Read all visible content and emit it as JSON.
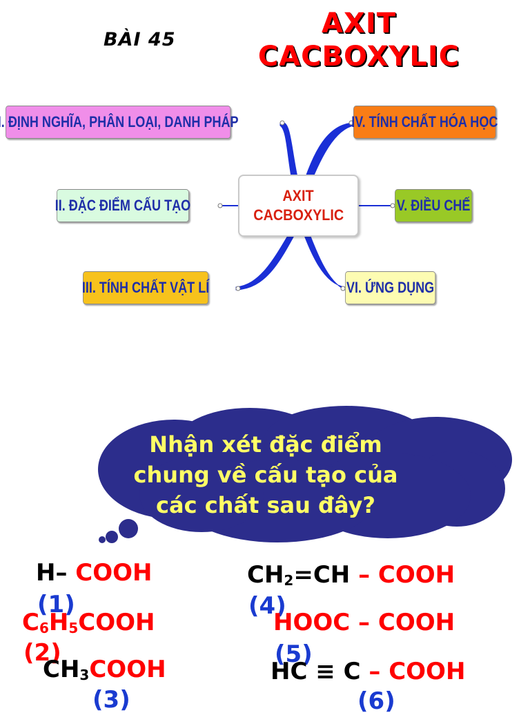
{
  "header": {
    "lesson": "BÀI 45",
    "title_line1": "AXIT",
    "title_line2": "CACBOXYLIC"
  },
  "mindmap": {
    "center_line1": "AXIT",
    "center_line2": "CACBOXYLIC",
    "branches": [
      {
        "label": "I. ĐỊNH NGHĨA, PHÂN LOẠI, DANH PHÁP",
        "color": "#f08ee9"
      },
      {
        "label": "II. ĐẶC ĐIỂM CẤU TẠO",
        "color": "#d9fbe0"
      },
      {
        "label": "III. TÍNH CHẤT VẬT LÍ",
        "color": "#f7c21c"
      },
      {
        "label": "IV. TÍNH CHẤT HÓA HỌC",
        "color": "#f97d16"
      },
      {
        "label": "V. ĐIỀU CHẾ",
        "color": "#99c926"
      },
      {
        "label": "VI. ỨNG DỤNG",
        "color": "#fdfcb2"
      }
    ],
    "connector_color": "#1a2fd6"
  },
  "question": {
    "text": "Nhận xét đặc điểm chung về cấu tạo của các chất sau đây?",
    "cloud_color": "#2c2d8c",
    "text_color": "#ffff66"
  },
  "compounds": [
    {
      "black": "H– ",
      "red": "COOH",
      "number": "(1)"
    },
    {
      "red_prefix": "C",
      "sub1": "6",
      "red_mid": "H",
      "sub2": "5",
      "red": "COOH",
      "number": "(2)"
    },
    {
      "black_prefix": "CH",
      "sub1": "3",
      "red": "COOH",
      "number": "(3)"
    },
    {
      "black_prefix": "CH",
      "sub1": "2",
      "black": "=CH ",
      "red": " – COOH",
      "number": "(4)"
    },
    {
      "red": "HOOC – COOH",
      "number": "(5)"
    },
    {
      "black": "HC ≡ C ",
      "red": "– COOH",
      "number": "(6)"
    }
  ]
}
